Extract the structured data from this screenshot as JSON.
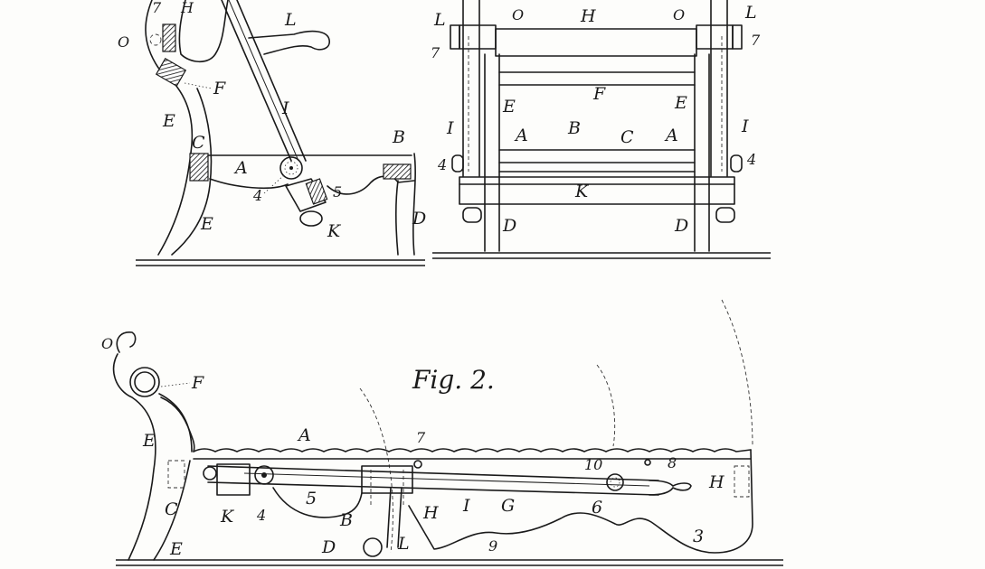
{
  "figure_title": "Fig. 2.",
  "fig_side_labels": {
    "seven": "7",
    "H": "H",
    "L": "L",
    "O": "O",
    "F": "F",
    "E_top": "E",
    "I": "I",
    "C": "C",
    "B": "B",
    "A": "A",
    "four": "4",
    "five": "5",
    "K": "K",
    "E_bottom": "E",
    "D": "D"
  },
  "fig_front_labels": {
    "L_left": "L",
    "O_left": "O",
    "H": "H",
    "O_right": "O",
    "L_right": "L",
    "seven_left": "7",
    "seven_right": "7",
    "F": "F",
    "E_left": "E",
    "E_right": "E",
    "I_left": "I",
    "A_left": "A",
    "B": "B",
    "C": "C",
    "A_right": "A",
    "I_right": "I",
    "four_left": "4",
    "four_right": "4",
    "K": "K",
    "D_left": "D",
    "D_right": "D"
  },
  "fig2_labels": {
    "O": "O",
    "F": "F",
    "E_top": "E",
    "A": "A",
    "seven": "7",
    "ten": "10",
    "eight": "8",
    "H_right": "H",
    "C": "C",
    "K": "K",
    "four": "4",
    "five": "5",
    "B": "B",
    "H_mid": "H",
    "I": "I",
    "G": "G",
    "six": "6",
    "D": "D",
    "L": "L",
    "nine": "9",
    "three": "3",
    "E_bottom": "E"
  }
}
